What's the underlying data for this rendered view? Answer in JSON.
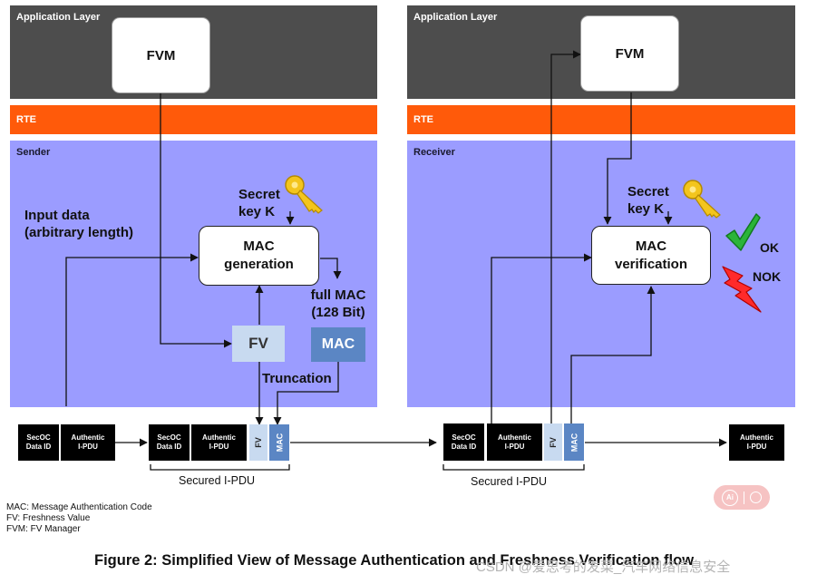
{
  "layers": {
    "application": "Application Layer",
    "rte": "RTE",
    "sender": "Sender",
    "receiver": "Receiver"
  },
  "fvm_label": "FVM",
  "sender": {
    "secret_key": "Secret\nkey K",
    "input_data": "Input data\n(arbitrary length)",
    "mac_generation": "MAC\ngeneration",
    "full_mac": "full MAC\n(128 Bit)",
    "fv": "FV",
    "mac": "MAC",
    "truncation": "Truncation"
  },
  "receiver": {
    "secret_key": "Secret\nkey K",
    "mac_verification": "MAC\nverification",
    "ok": "OK",
    "nok": "NOK"
  },
  "pdu": {
    "secoc_data_id": "SecOC\nData ID",
    "authentic_ipdu": "Authentic\nI-PDU",
    "fv": "FV",
    "mac": "MAC",
    "secured_ipdu": "Secured I-PDU"
  },
  "legend": [
    "MAC: Message Authentication Code",
    "FV: Freshness Value",
    "FVM: FV Manager"
  ],
  "caption": "Figure 2: Simplified View of Message Authentication and Freshness Verification flow",
  "watermark": "CSDN @爱思考的发菜_汽车网络信息安全",
  "colors": {
    "application_layer": "#4d4d4d",
    "rte": "#ff5a0a",
    "zone": "#9b9cff",
    "fv": "#c8daf0",
    "mac": "#5b86c4"
  }
}
